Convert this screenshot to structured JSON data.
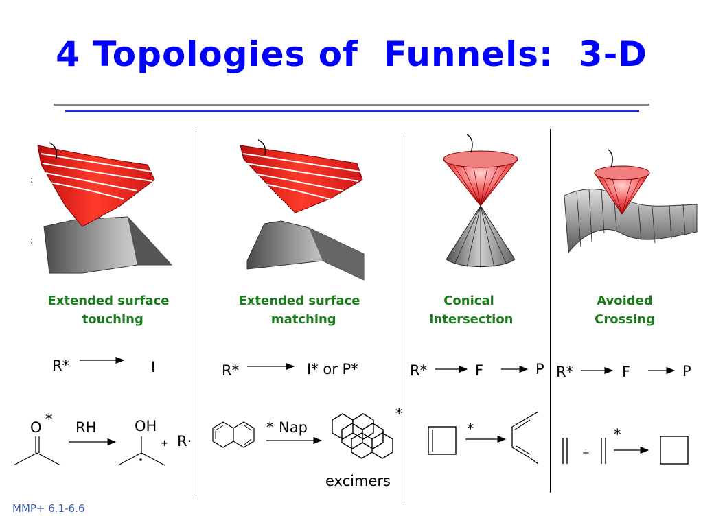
{
  "title": "4 Topologies of  Funnels:  3-D",
  "footer": "MMP+ 6.1-6.6",
  "colors": {
    "title": "#0000ff",
    "caption": "#1b7d1b",
    "red_surface": "#e8201c",
    "grey_surface": "#8a8a8a"
  },
  "panels": [
    {
      "caption": "Extended surface\n  touching",
      "scheme": {
        "from": "R*",
        "to": "I"
      },
      "example": {
        "reactant": "O",
        "star": "*",
        "reagent": "RH",
        "product": "OH",
        "plus": "+",
        "radical": "R·"
      }
    },
    {
      "caption": "Extended surface\n  matching",
      "scheme": {
        "from": "R*",
        "to": "I* or P*"
      },
      "example": {
        "star": "*",
        "reagent": "Nap",
        "product_star": "*",
        "product_label": "excimers"
      }
    },
    {
      "caption": "Conical\n Intersection",
      "scheme": {
        "from": "R*",
        "mid": "F",
        "to": "P"
      },
      "example": {
        "star": "*"
      }
    },
    {
      "caption": "Avoided\nCrossing",
      "scheme": {
        "from": "R*",
        "mid": "F",
        "to": "P"
      },
      "example": {
        "plus": "+",
        "star": "*"
      }
    }
  ]
}
